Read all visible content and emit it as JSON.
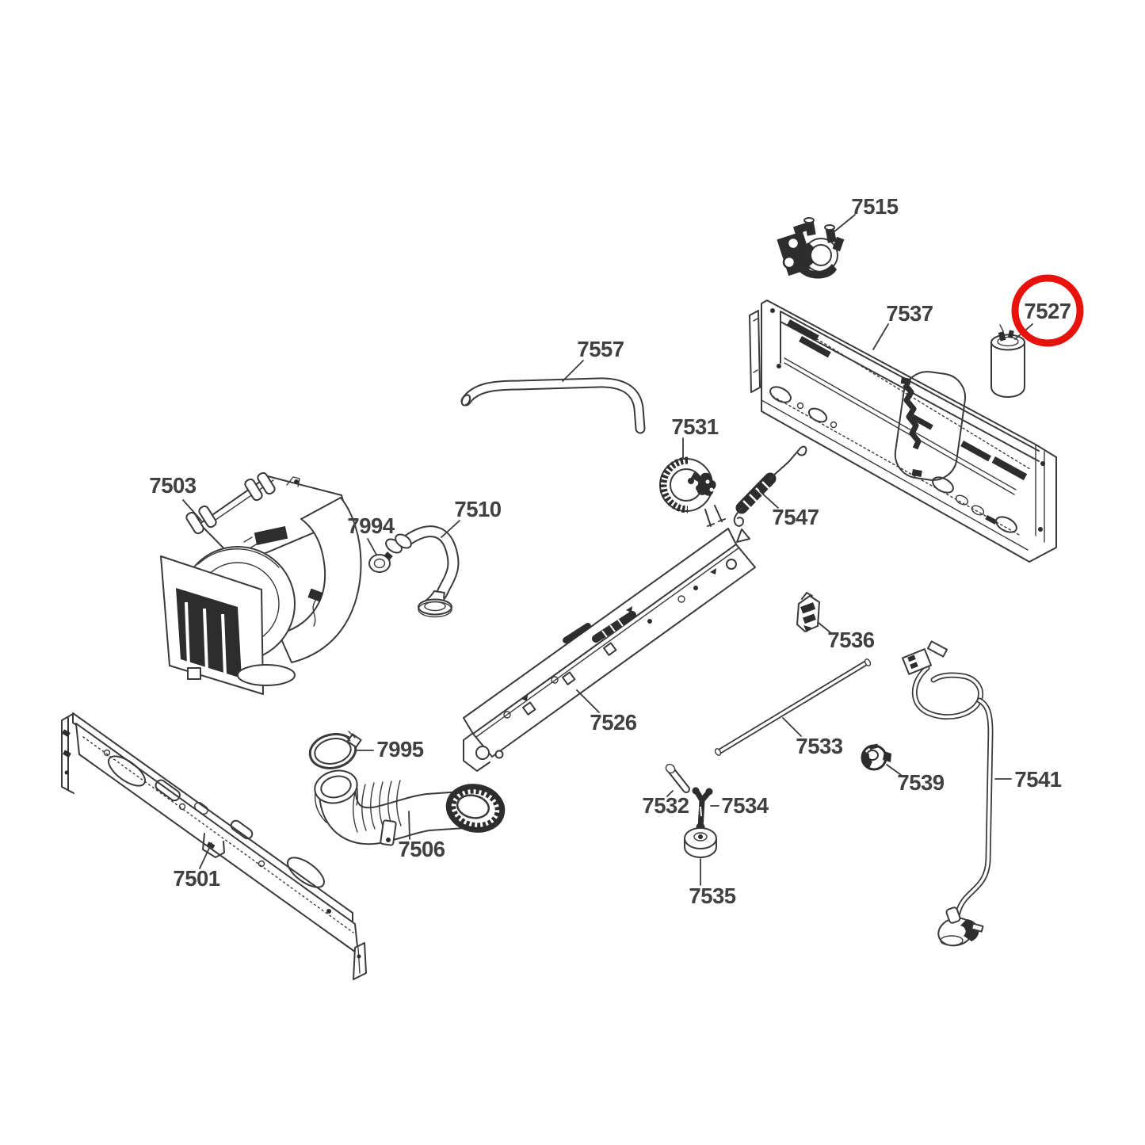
{
  "diagram": {
    "kind": "appliance exploded parts diagram",
    "background": "#ffffff",
    "line_color": "#3a3a3a",
    "label_color": "#404040",
    "highlight_color": "#e8120d",
    "highlighted_part": "7527"
  },
  "labels": {
    "p7501": "7501",
    "p7503": "7503",
    "p7506": "7506",
    "p7510": "7510",
    "p7515": "7515",
    "p7526": "7526",
    "p7527": "7527",
    "p7531": "7531",
    "p7532": "7532",
    "p7533": "7533",
    "p7534": "7534",
    "p7535": "7535",
    "p7536": "7536",
    "p7537": "7537",
    "p7539": "7539",
    "p7541": "7541",
    "p7547": "7547",
    "p7557": "7557",
    "p7994": "7994",
    "p7995": "7995"
  }
}
